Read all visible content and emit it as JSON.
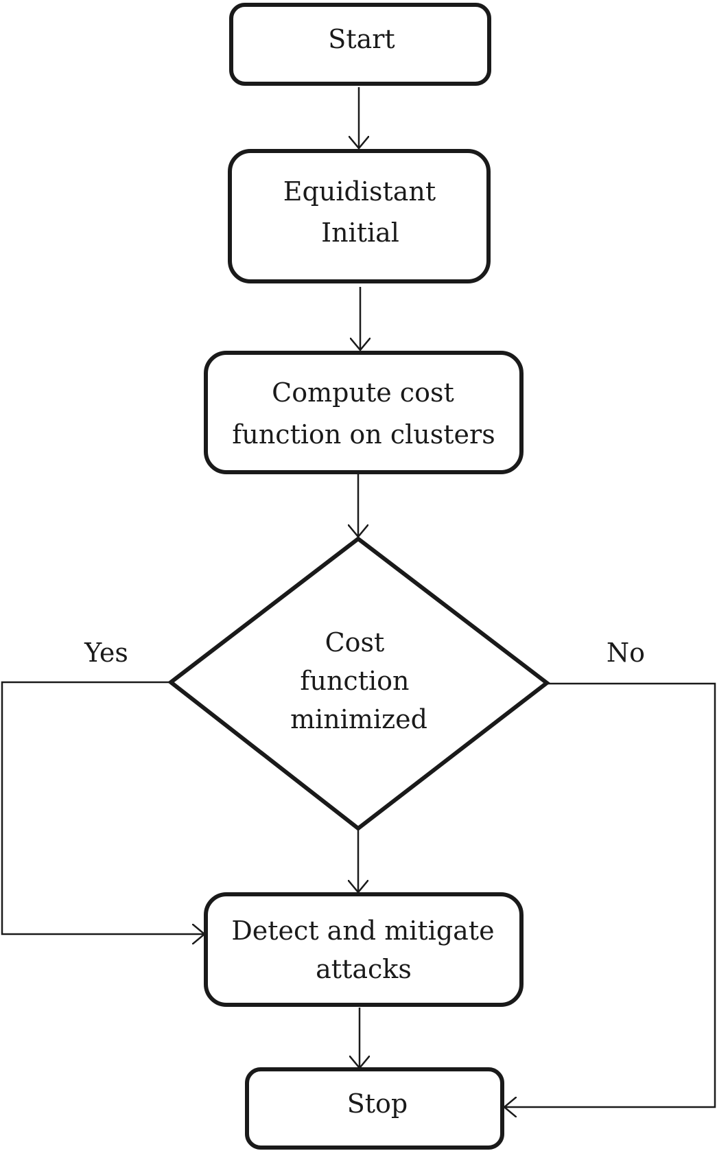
{
  "diagram": {
    "nodes": {
      "start": {
        "lines": [
          "Start"
        ]
      },
      "init": {
        "lines": [
          "Equidistant",
          "Initial"
        ]
      },
      "compute": {
        "lines": [
          "Compute cost",
          "function on clusters"
        ]
      },
      "decision": {
        "lines": [
          "Cost",
          "function",
          "minimized"
        ]
      },
      "detect": {
        "lines": [
          "Detect and mitigate",
          "attacks"
        ]
      },
      "stop": {
        "lines": [
          "Stop"
        ]
      }
    },
    "labels": {
      "yes": "Yes",
      "no": "No"
    },
    "colors": {
      "stroke": "#1a1a1a",
      "background": "#ffffff"
    }
  }
}
